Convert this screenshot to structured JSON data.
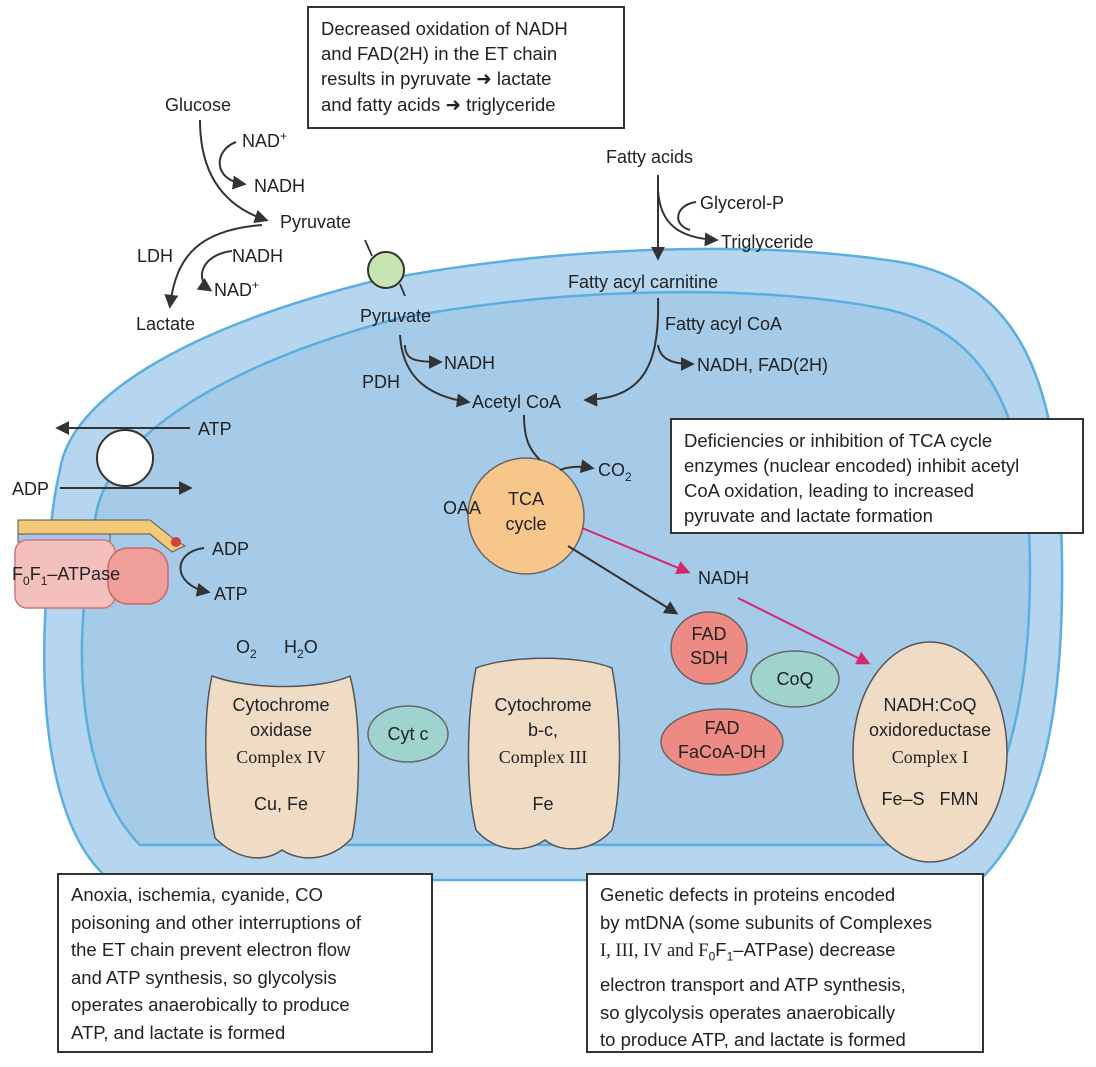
{
  "colors": {
    "membrane": "#b5d6ee",
    "membrane_stroke": "#5aaee0",
    "matrix": "#a6cbe9",
    "complex": "#f0dcc4",
    "tca": "#f7c68b",
    "red_enzyme": "#ee8a84",
    "teal": "#9ed3ce",
    "pink_arrow": "#d4286e",
    "transporter": "#c7e5b2"
  },
  "boxes": {
    "top": {
      "line1": "Decreased oxidation of NADH",
      "line2": "and FAD(2H) in the ET chain",
      "line3_a": "results in pyruvate",
      "line3_b": "lactate",
      "line4_a": "and fatty acids",
      "line4_b": "triglyceride"
    },
    "tca": {
      "line1": "Deficiencies or inhibition of TCA cycle",
      "line2": "enzymes (nuclear encoded) inhibit acetyl",
      "line3": "CoA oxidation, leading to increased",
      "line4": "pyruvate and lactate formation"
    },
    "anoxia": {
      "line1": "Anoxia, ischemia, cyanide, CO",
      "line2": "poisoning and other interruptions of",
      "line3": "the ET chain prevent electron flow",
      "line4": "and ATP synthesis, so glycolysis",
      "line5": "operates anaerobically to produce",
      "line6": "ATP, and lactate is formed"
    },
    "genetic": {
      "line1": "Genetic defects in proteins encoded",
      "line2": "by mtDNA (some subunits of Complexes",
      "line3_a": "I, III, IV and F",
      "line3_sub1": "0",
      "line3_b": "F",
      "line3_sub2": "1",
      "line3_c": "–ATPase) decrease",
      "line4": "electron transport and ATP synthesis,",
      "line5": "so glycolysis operates anaerobically",
      "line6": "to produce ATP, and lactate is formed"
    }
  },
  "labels": {
    "glucose": "Glucose",
    "nad_plus_1": "NAD",
    "plus": "+",
    "nadh_1": "NADH",
    "pyruvate_out": "Pyruvate",
    "ldh": "LDH",
    "nadh_2": "NADH",
    "nad_plus_2": "NAD",
    "lactate": "Lactate",
    "pyruvate_in": "Pyruvate",
    "nadh_3": "NADH",
    "pdh": "PDH",
    "acetyl_coa": "Acetyl CoA",
    "fatty_acids": "Fatty acids",
    "glycerol_p": "Glycerol-P",
    "triglyceride": "Triglyceride",
    "fatty_acyl_carnitine": "Fatty acyl carnitine",
    "fatty_acyl_coa": "Fatty acyl CoA",
    "nadh_fad": "NADH, FAD(2H)",
    "atp_out": "ATP",
    "adp_in": "ADP",
    "adp_2": "ADP",
    "atp_2": "ATP",
    "atpase_a": "F",
    "atpase_sub0": "0",
    "atpase_b": "F",
    "atpase_sub1": "1",
    "atpase_c": "–ATPase",
    "co2_a": "CO",
    "co2_sub": "2",
    "oaa": "OAA",
    "tca_1": "TCA",
    "tca_2": "cycle",
    "nadh_4": "NADH",
    "fad_1": "FAD",
    "sdh": "SDH",
    "coq": "CoQ",
    "fad_2": "FAD",
    "facoa_dh": "FaCoA-DH",
    "o2_a": "O",
    "o2_sub": "2",
    "h2o_a": "H",
    "h2o_sub": "2",
    "h2o_b": "O",
    "c4_1": "Cytochrome",
    "c4_2": "oxidase",
    "c4_3": "Complex IV",
    "c4_4": "Cu, Fe",
    "cytc": "Cyt c",
    "c3_1": "Cytochrome",
    "c3_2": "b-c,",
    "c3_3": "Complex III",
    "c3_4": "Fe",
    "c1_1": "NADH:CoQ",
    "c1_2": "oxidoreductase",
    "c1_3": "Complex I",
    "c1_4": "Fe–S   FMN"
  }
}
